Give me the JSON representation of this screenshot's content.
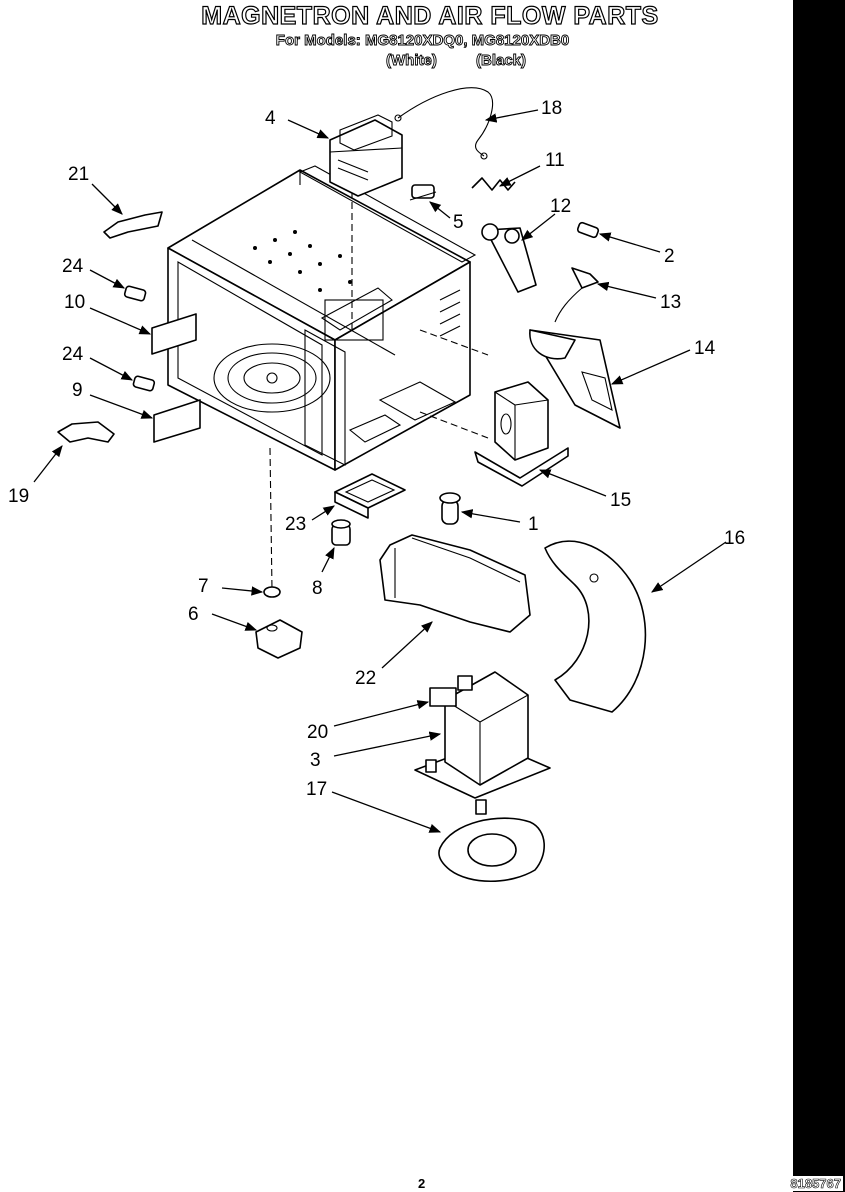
{
  "title": "MAGNETRON AND AIR FLOW PARTS",
  "subtitle": "For Models: MG8120XDQ0, MG8120XDB0",
  "color_white": "(White)",
  "color_black": "(Black)",
  "callouts": {
    "c1": "1",
    "c2": "2",
    "c3": "3",
    "c4": "4",
    "c5": "5",
    "c6": "6",
    "c7": "7",
    "c8": "8",
    "c9": "9",
    "c10": "10",
    "c11": "11",
    "c12": "12",
    "c13": "13",
    "c14": "14",
    "c15": "15",
    "c16": "16",
    "c17": "17",
    "c18": "18",
    "c19": "19",
    "c20": "20",
    "c21": "21",
    "c22": "22",
    "c23": "23",
    "c24a": "24",
    "c24b": "24"
  },
  "page_number": "2",
  "document_number": "8185767"
}
